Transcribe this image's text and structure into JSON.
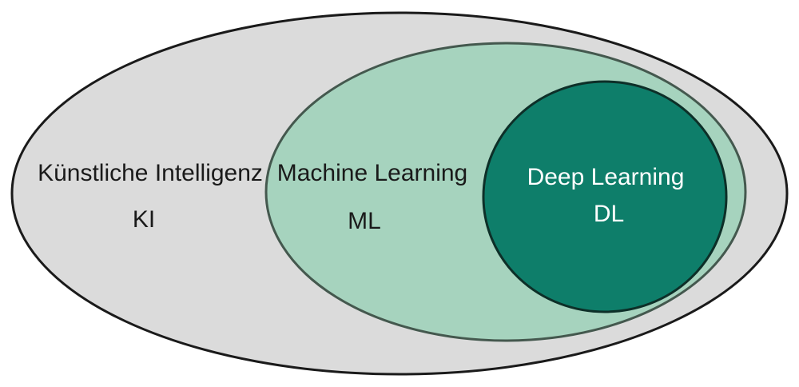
{
  "diagram": {
    "type": "euler-diagram",
    "background": "#FFFFFF",
    "sets": [
      {
        "label": "Künstliche Intelligenz",
        "abbr": "KI",
        "fill": "#DBDBDB",
        "stroke": "#1A1A1A",
        "text_color": "#1A1A1A",
        "contains": "Machine Learning"
      },
      {
        "label": "Machine Learning",
        "abbr": "ML",
        "fill": "#A6D3BE",
        "stroke": "#44584E",
        "text_color": "#1A1A1A",
        "contains": "Deep Learning"
      },
      {
        "label": "Deep Learning",
        "abbr": "DL",
        "fill": "#0E7E6A",
        "stroke": "#0D2F28",
        "text_color": "#FFFFFF",
        "contains": ""
      }
    ]
  }
}
